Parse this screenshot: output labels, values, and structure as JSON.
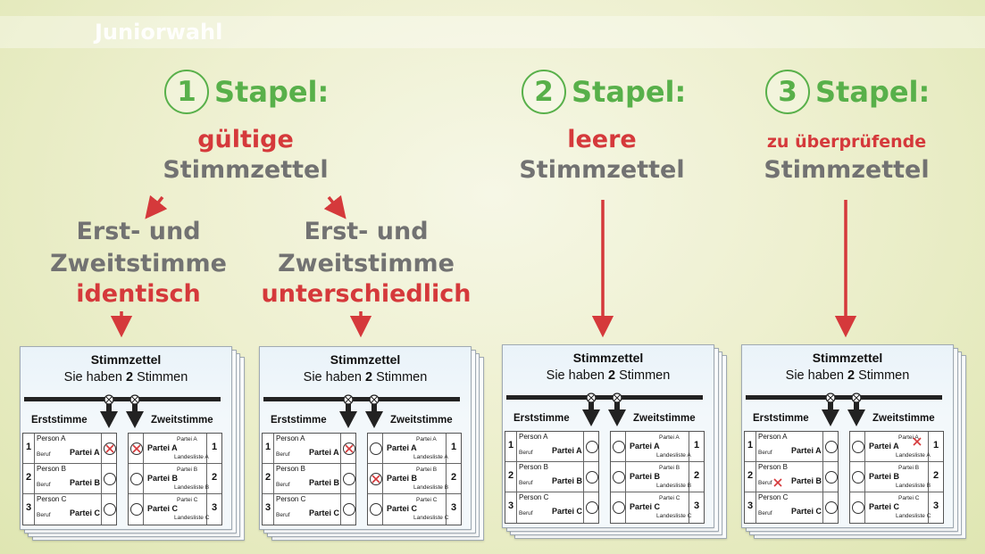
{
  "brand": "Juniorwahl",
  "colors": {
    "green": "#58b04a",
    "red": "#d5393b",
    "gray": "#727272"
  },
  "groups": [
    {
      "number": "1",
      "word": "Stapel:",
      "line1": "gültige",
      "line2": "Stimmzettel"
    },
    {
      "number": "2",
      "word": "Stapel:",
      "line1": "leere",
      "line2": "Stimmzettel"
    },
    {
      "number": "3",
      "word": "Stapel:",
      "line1": "zu überprüfende",
      "line2": "Stimmzettel"
    }
  ],
  "subgroups": [
    {
      "line1": "Erst- und",
      "line2": "Zweitstimme",
      "line3": "identisch"
    },
    {
      "line1": "Erst- und",
      "line2": "Zweitstimme",
      "line3": "unterschiedlich"
    }
  ],
  "ballot": {
    "title": "Stimmzettel",
    "subtitle_prefix": "Sie haben ",
    "subtitle_count": "2",
    "subtitle_suffix": " Stimmen",
    "first_vote": "Erststimme",
    "second_vote": "Zweitstimme",
    "occupation": "Beruf",
    "persons": [
      "Person A",
      "Person B",
      "Person C"
    ],
    "parties": [
      "Partei A",
      "Partei B",
      "Partei C"
    ],
    "lists": [
      "Landesliste A",
      "Landesliste B",
      "Landesliste C"
    ],
    "numbers": [
      "1",
      "2",
      "3"
    ]
  },
  "ballots": [
    {
      "description": "identisch",
      "first_mark": 0,
      "second_mark": 0,
      "invalid_marks": []
    },
    {
      "description": "unterschiedlich",
      "first_mark": 0,
      "second_mark": 1,
      "invalid_marks": []
    },
    {
      "description": "leer",
      "first_mark": null,
      "second_mark": null,
      "invalid_marks": []
    },
    {
      "description": "zu überprüfen",
      "first_mark": null,
      "second_mark": null,
      "invalid_marks": [
        "Person B",
        "Partei A"
      ]
    }
  ]
}
